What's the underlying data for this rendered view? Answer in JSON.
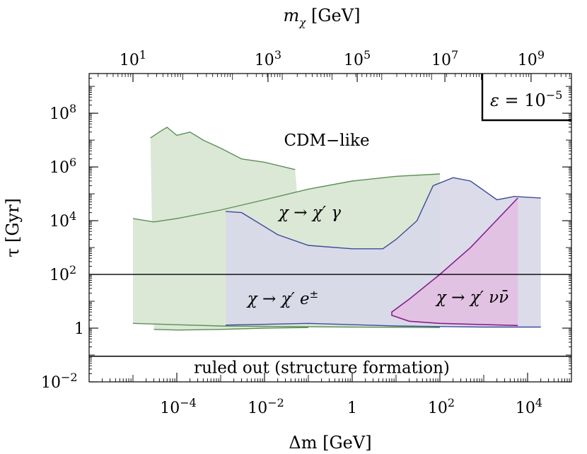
{
  "chart_data": {
    "type": "area",
    "x_axis": {
      "label": "Δm  [GeV]",
      "scale": "log",
      "range": [
        1e-06,
        100000.0
      ],
      "ticks": [
        {
          "value": 0.0001,
          "label": "10^-4"
        },
        {
          "value": 0.01,
          "label": "10^-2"
        },
        {
          "value": 1,
          "label": "1"
        },
        {
          "value": 100,
          "label": "10^2"
        },
        {
          "value": 10000,
          "label": "10^4"
        }
      ]
    },
    "x2_axis": {
      "label": "m_χ  [GeV]",
      "scale": "log",
      "ticks": [
        {
          "value": 10,
          "label": "10^1",
          "at_dm": 1e-05
        },
        {
          "value": 1000,
          "label": "10^3",
          "at_dm": 0.012
        },
        {
          "value": 100000,
          "label": "10^5",
          "at_dm": 1.3
        },
        {
          "value": 10000000,
          "label": "10^7",
          "at_dm": 130
        },
        {
          "value": 1000000000,
          "label": "10^9",
          "at_dm": 12000
        }
      ]
    },
    "y_axis": {
      "label": "τ  [Gyr]",
      "scale": "log",
      "range": [
        0.01,
        3000000000.0
      ],
      "ticks": [
        {
          "value": 0.01,
          "label": "10^-2"
        },
        {
          "value": 1,
          "label": "1"
        },
        {
          "value": 100,
          "label": "10^2"
        },
        {
          "value": 10000,
          "label": "10^4"
        },
        {
          "value": 1000000,
          "label": "10^6"
        },
        {
          "value": 100000000,
          "label": "10^8"
        }
      ]
    },
    "epsilon_label": "ε = 10^-5",
    "horizontal_lines": [
      {
        "tau": 100,
        "label": ""
      },
      {
        "tau": 0.09,
        "label": "ruled out (structure formation)"
      }
    ],
    "series": [
      {
        "name": "χ → χ′ γ",
        "color": "#5b8f55",
        "fill": "#dbe8d6",
        "upper": [
          [
            1e-05,
            12000.0
          ],
          [
            3e-05,
            9000.0
          ],
          [
            0.0001,
            12000.0
          ],
          [
            0.001,
            25000.0
          ],
          [
            0.01,
            60000.0
          ],
          [
            0.1,
            150000.0
          ],
          [
            1,
            300000.0
          ],
          [
            10,
            450000.0
          ],
          [
            100,
            550000.0
          ]
        ],
        "lower": [
          [
            1e-05,
            1.5
          ],
          [
            0.001,
            1.2
          ],
          [
            1,
            1.1
          ],
          [
            100,
            1.05
          ]
        ],
        "lower_left": [
          [
            1e-05,
            1.5
          ],
          [
            0.001,
            1.2
          ]
        ]
      },
      {
        "name": "CDM−like",
        "color": "#5b8f55",
        "fill": "#dbe8d6",
        "upper": [
          [
            2.5e-05,
            12000000.0
          ],
          [
            4e-05,
            20000000.0
          ],
          [
            6e-05,
            30000000.0
          ],
          [
            0.0001,
            15000000.0
          ],
          [
            0.0002,
            20000000.0
          ],
          [
            0.0004,
            10000000.0
          ],
          [
            0.001,
            5000000.0
          ],
          [
            0.003,
            2000000.0
          ],
          [
            0.01,
            1500000.0
          ],
          [
            0.05,
            800000.0
          ]
        ],
        "lower_curve": [
          [
            3e-05,
            0.9
          ],
          [
            0.0001,
            0.85
          ],
          [
            0.001,
            0.9
          ],
          [
            0.01,
            1.0
          ],
          [
            0.1,
            1.05
          ]
        ]
      },
      {
        "name": "χ → χ′ e^±",
        "color": "#3f4a98",
        "fill": "#d9d9e9",
        "upper": [
          [
            0.0013,
            22000.0
          ],
          [
            0.003,
            20000.0
          ],
          [
            0.02,
            3000.0
          ],
          [
            0.1,
            1200.0
          ],
          [
            1,
            900
          ],
          [
            5,
            900
          ],
          [
            10,
            2000.0
          ],
          [
            30,
            10000.0
          ],
          [
            70,
            200000.0
          ],
          [
            200,
            400000.0
          ],
          [
            500,
            300000.0
          ],
          [
            2000,
            60000.0
          ],
          [
            5000,
            80000.0
          ],
          [
            20000,
            70000.0
          ]
        ],
        "lower": [
          [
            0.0013,
            1.3
          ],
          [
            0.1,
            1.5
          ],
          [
            10,
            1.2
          ],
          [
            1000,
            1.1
          ],
          [
            20000,
            1.1
          ]
        ]
      },
      {
        "name": "χ → χ′ νν̄",
        "color": "#8a1f8c",
        "fill": "#e2bfe1",
        "boundary": [
          [
            6000,
            70000.0
          ],
          [
            500,
            1000.0
          ],
          [
            100,
            100
          ],
          [
            20,
            12
          ],
          [
            8,
            4
          ],
          [
            8,
            3
          ],
          [
            20,
            1.8
          ],
          [
            100,
            1.5
          ],
          [
            6000,
            1.25
          ]
        ]
      }
    ]
  }
}
